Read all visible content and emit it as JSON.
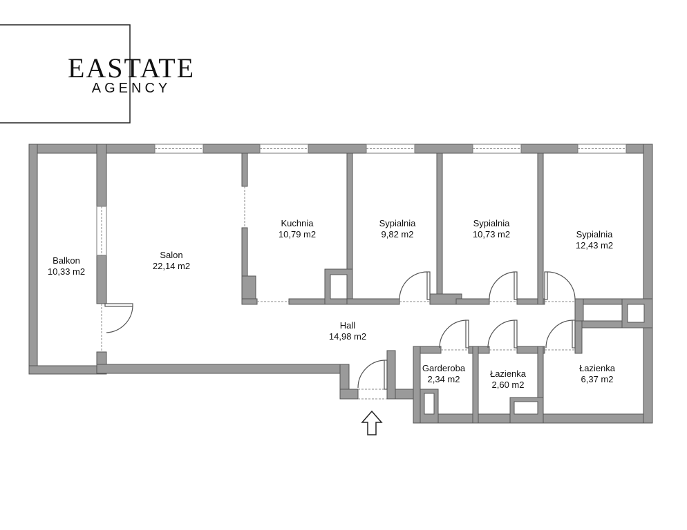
{
  "logo": {
    "main": "EASTATE",
    "sub": "AGENCY"
  },
  "rooms": {
    "balkon": {
      "name": "Balkon",
      "area": "10,33 m2"
    },
    "salon": {
      "name": "Salon",
      "area": "22,14 m2"
    },
    "kuchnia": {
      "name": "Kuchnia",
      "area": "10,79 m2"
    },
    "sypialnia1": {
      "name": "Sypialnia",
      "area": "9,82 m2"
    },
    "sypialnia2": {
      "name": "Sypialnia",
      "area": "10,73 m2"
    },
    "sypialnia3": {
      "name": "Sypialnia",
      "area": "12,43 m2"
    },
    "hall": {
      "name": "Hall",
      "area": "14,98 m2"
    },
    "garderoba": {
      "name": "Garderoba",
      "area": "2,34 m2"
    },
    "lazienka1": {
      "name": "Łazienka",
      "area": "2,60 m2"
    },
    "lazienka2": {
      "name": "Łazienka",
      "area": "6,37 m2"
    }
  },
  "icons": {
    "entrance": "entrance-arrow-icon"
  },
  "colors": {
    "wall": "#9a9a9a",
    "wall_edge": "#555555",
    "text": "#111111"
  }
}
